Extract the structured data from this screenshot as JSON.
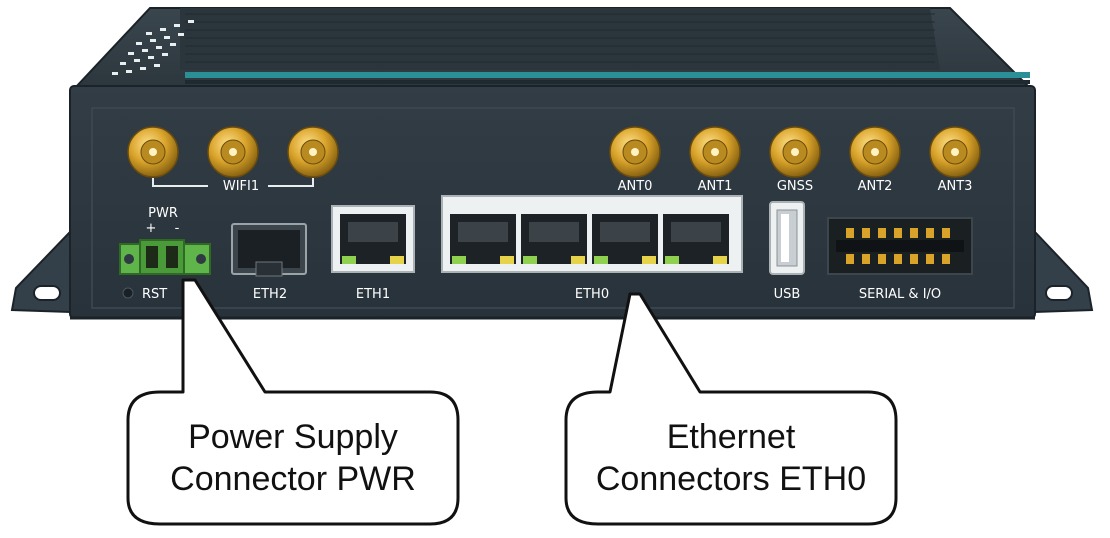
{
  "device": {
    "labels": {
      "wifi": "WIFI1",
      "pwr": "PWR",
      "plus": "+",
      "minus": "-",
      "rst": "RST",
      "eth2": "ETH2",
      "eth1": "ETH1",
      "eth0": "ETH0",
      "usb": "USB",
      "serial": "SERIAL & I/O",
      "ant0": "ANT0",
      "ant1": "ANT1",
      "gnss": "GNSS",
      "ant2": "ANT2",
      "ant3": "ANT3"
    }
  },
  "callouts": {
    "power": {
      "line1": "Power Supply",
      "line2": "Connector PWR"
    },
    "ethernet": {
      "line1": "Ethernet",
      "line2": "Connectors ETH0"
    }
  },
  "colors": {
    "chassis": "#2f3a42",
    "chassis_dark": "#22292f",
    "gold": "#d9a32a",
    "terminal_green": "#5fb54a",
    "led_green": "#8fd14f",
    "led_yellow": "#e6d34a",
    "accent_teal": "#2a8f96"
  }
}
